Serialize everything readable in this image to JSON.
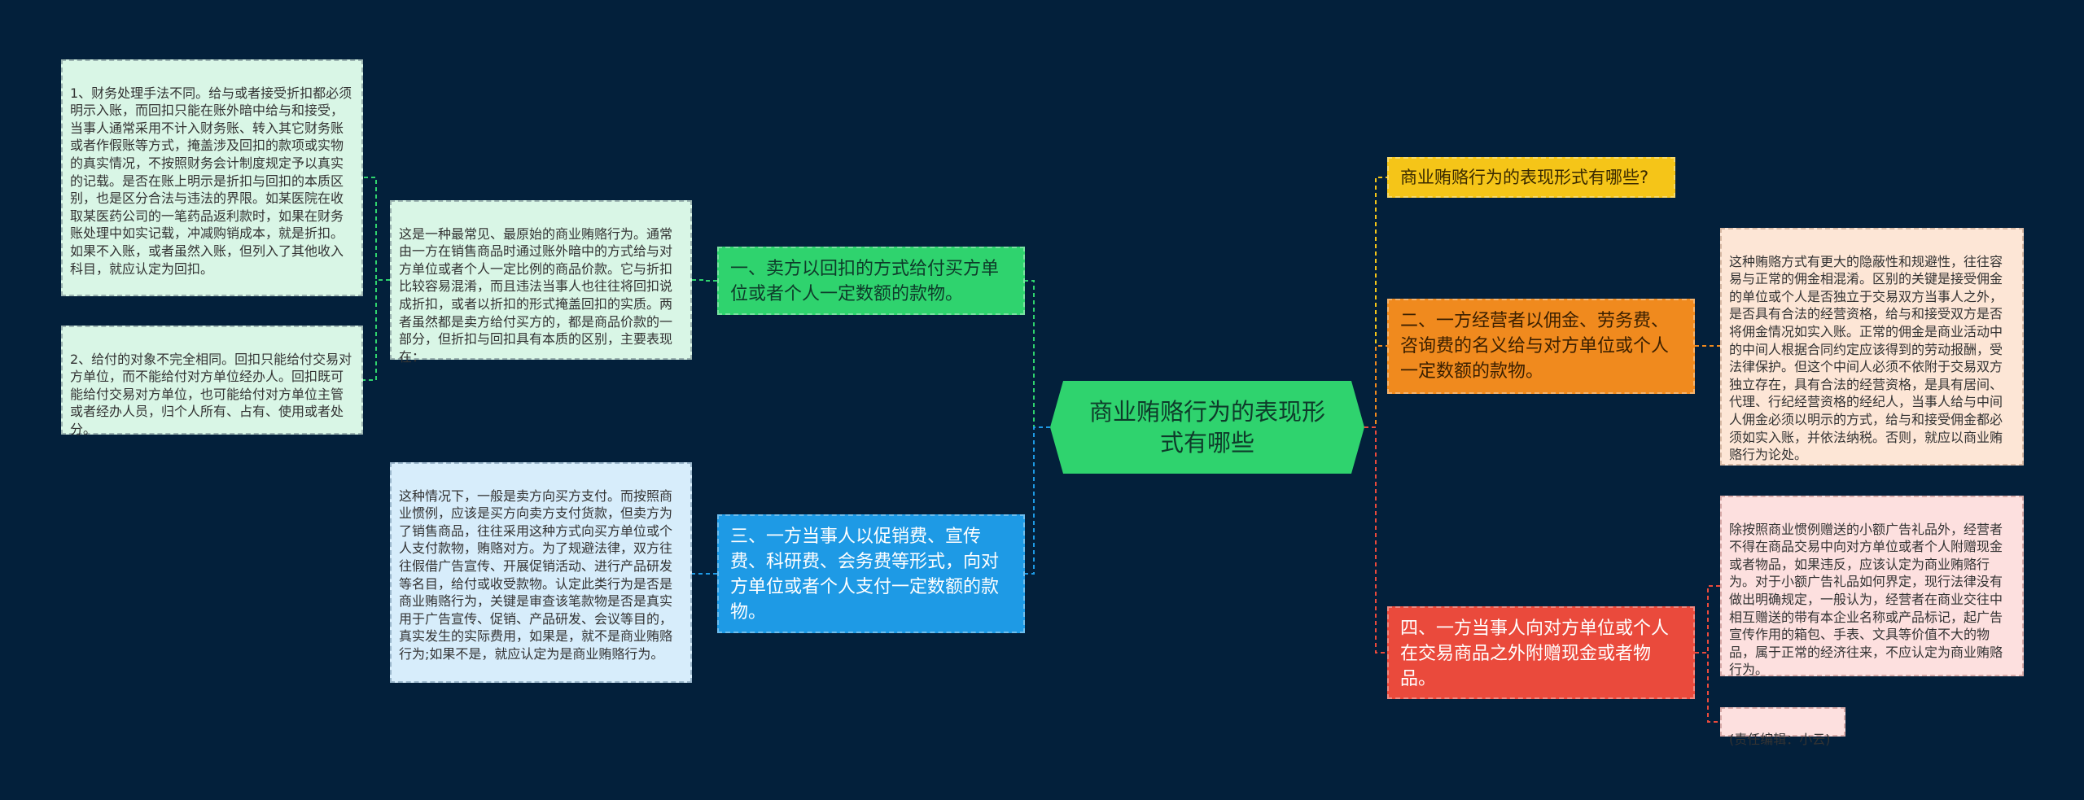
{
  "center": {
    "label": "商业贿赂行为的表现形式有哪些"
  },
  "branches": {
    "b1": "一、卖方以回扣的方式给付买方单位或者个人一定数额的款物。",
    "b2": "三、一方当事人以促销费、宣传费、科研费、会务费等形式，向对方单位或者个人支付一定数额的款物。",
    "b3": "商业贿赂行为的表现形式有哪些?",
    "b4": "二、一方经营者以佣金、劳务费、咨询费的名义给与对方单位或个人一定数额的款物。",
    "b5": "四、一方当事人向对方单位或个人在交易商品之外附赠现金或者物品。"
  },
  "leaves": {
    "l1": "1、财务处理手法不同。给与或者接受折扣都必须明示入账，而回扣只能在账外暗中给与和接受，当事人通常采用不计入财务账、转入其它财务账或者作假账等方式，掩盖涉及回扣的款项或实物的真实情况，不按照财务会计制度规定予以真实的记载。是否在账上明示是折扣与回扣的本质区别，也是区分合法与违法的界限。如某医院在收取某医药公司的一笔药品返利款时，如果在财务账处理中如实记载，冲减购销成本，就是折扣。如果不入账，或者虽然入账，但列入了其他收入科目，就应认定为回扣。",
    "l2": "2、给付的对象不完全相同。回扣只能给付交易对方单位，而不能给付对方单位经办人。回扣既可能给付交易对方单位，也可能给付对方单位主管或者经办人员，归个人所有、占有、使用或者处分。",
    "l3": "这是一种最常见、最原始的商业贿赂行为。通常由一方在销售商品时通过账外暗中的方式给与对方单位或者个人一定比例的商品价款。它与折扣比较容易混淆，而且违法当事人也往往将回扣说成折扣，或者以折扣的形式掩盖回扣的实质。两者虽然都是卖方给付买方的，都是商品价款的一部分，但折扣与回扣具有本质的区别，主要表现在：",
    "l4": "这种情况下，一般是卖方向买方支付。而按照商业惯例，应该是买方向卖方支付货款，但卖方为了销售商品，往往采用这种方式向买方单位或个人支付款物，贿赂对方。为了规避法律，双方往往假借广告宣传、开展促销活动、进行产品研发等名目，给付或收受款物。认定此类行为是否是商业贿赂行为，关键是审查该笔款物是否是真实用于广告宣传、促销、产品研发、会议等目的，真实发生的实际费用，如果是，就不是商业贿赂行为;如果不是，就应认定为是商业贿赂行为。",
    "l5": "这种贿赂方式有更大的隐蔽性和规避性，往往容易与正常的佣金相混淆。区别的关键是接受佣金的单位或个人是否独立于交易双方当事人之外，是否具有合法的经营资格，给与和接受双方是否将佣金情况如实入账。正常的佣金是商业活动中的中间人根据合同约定应该得到的劳动报酬，受法律保护。但这个中间人必须不依附于交易双方独立存在，具有合法的经营资格，是具有居间、代理、行纪经营资格的经纪人，当事人给与中间人佣金必须以明示的方式，给与和接受佣金都必须如实入账，并依法纳税。否则，就应以商业贿赂行为论处。",
    "l6": "除按照商业惯例赠送的小额广告礼品外，经营者不得在商品交易中向对方单位或者个人附赠现金或者物品，如果违反，应该认定为商业贿赂行为。对于小额广告礼品如何界定，现行法律没有做出明确规定，一般认为，经营者在商业交往中相互赠送的带有本企业名称或产品标记，起广告宣传作用的箱包、手表、文具等价值不大的物品，属于正常的经济往来，不应认定为商业贿赂行为。",
    "l7": "(责任编辑：小云)"
  },
  "colors": {
    "background": "#03203b",
    "center": "#2fd36e",
    "branch_green": "#2fd36e",
    "branch_blue": "#1e9ae5",
    "branch_yellow": "#f5c518",
    "branch_orange": "#f08a1e",
    "branch_red": "#ea4a3c"
  }
}
